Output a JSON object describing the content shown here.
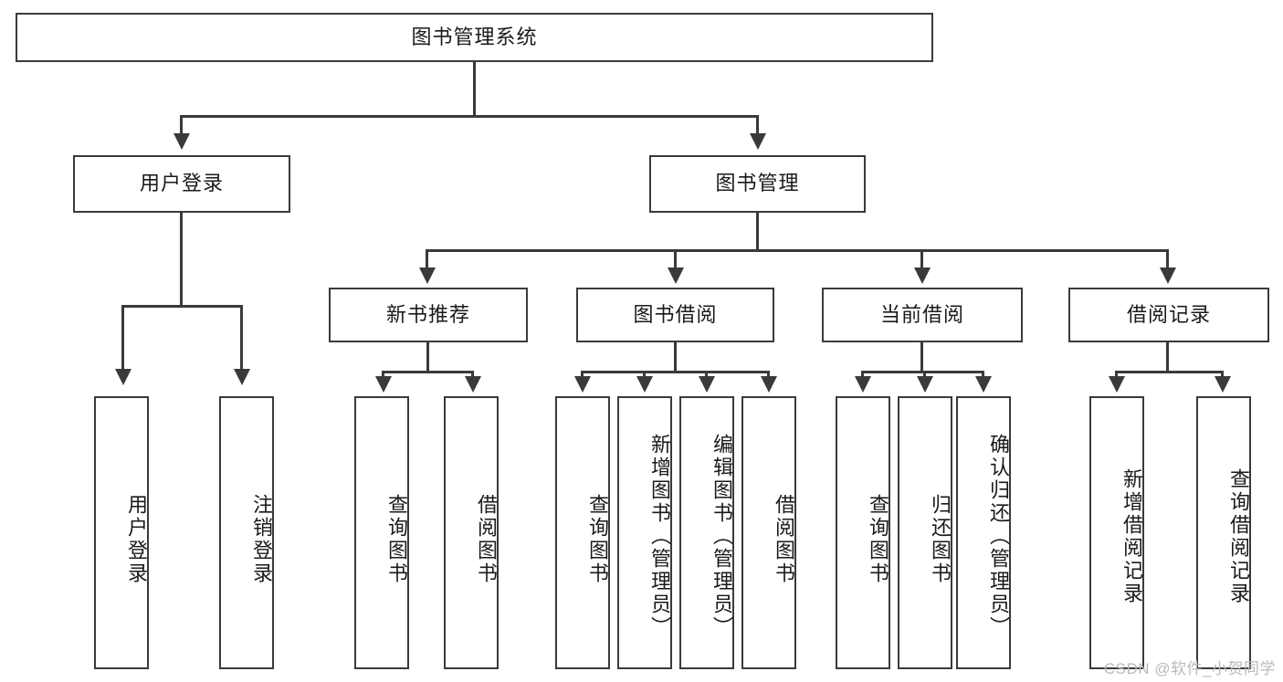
{
  "diagram": {
    "title": "图书管理系统",
    "type": "tree-hierarchy-diagram",
    "root": {
      "id": "root",
      "label": "图书管理系统"
    },
    "level2": [
      {
        "id": "user-login",
        "label": "用户登录"
      },
      {
        "id": "book-manage",
        "label": "图书管理"
      }
    ],
    "level3": [
      {
        "id": "new-book-recommend",
        "label": "新书推荐"
      },
      {
        "id": "book-borrow",
        "label": "图书借阅"
      },
      {
        "id": "current-borrow",
        "label": "当前借阅"
      },
      {
        "id": "borrow-record",
        "label": "借阅记录"
      }
    ],
    "leaves": {
      "user_login": [
        {
          "id": "leaf-user-login",
          "label": "用户登录"
        },
        {
          "id": "leaf-logout-login",
          "label": "注销登录"
        }
      ],
      "new_book_recommend": [
        {
          "id": "leaf-query-book-1",
          "label": "查询图书"
        },
        {
          "id": "leaf-borrow-book-1",
          "label": "借阅图书"
        }
      ],
      "book_borrow": [
        {
          "id": "leaf-query-book-2",
          "label": "查询图书"
        },
        {
          "id": "leaf-add-book",
          "label": "新增图书（管理员）"
        },
        {
          "id": "leaf-edit-book",
          "label": "编辑图书（管理员）"
        },
        {
          "id": "leaf-borrow-book-2",
          "label": "借阅图书"
        }
      ],
      "current_borrow": [
        {
          "id": "leaf-query-book-3",
          "label": "查询图书"
        },
        {
          "id": "leaf-return-book",
          "label": "归还图书"
        },
        {
          "id": "leaf-confirm-return",
          "label": "确认归还（管理员）"
        }
      ],
      "borrow_record": [
        {
          "id": "leaf-add-record",
          "label": "新增借阅记录"
        },
        {
          "id": "leaf-query-record",
          "label": "查询借阅记录"
        }
      ]
    }
  },
  "watermark": {
    "text": "CSDN @软件_小贺同学"
  },
  "colors": {
    "stroke": "#3a3a3a",
    "background": "#ffffff",
    "text": "#1a1a1a",
    "watermark": "#b9b9b9"
  }
}
